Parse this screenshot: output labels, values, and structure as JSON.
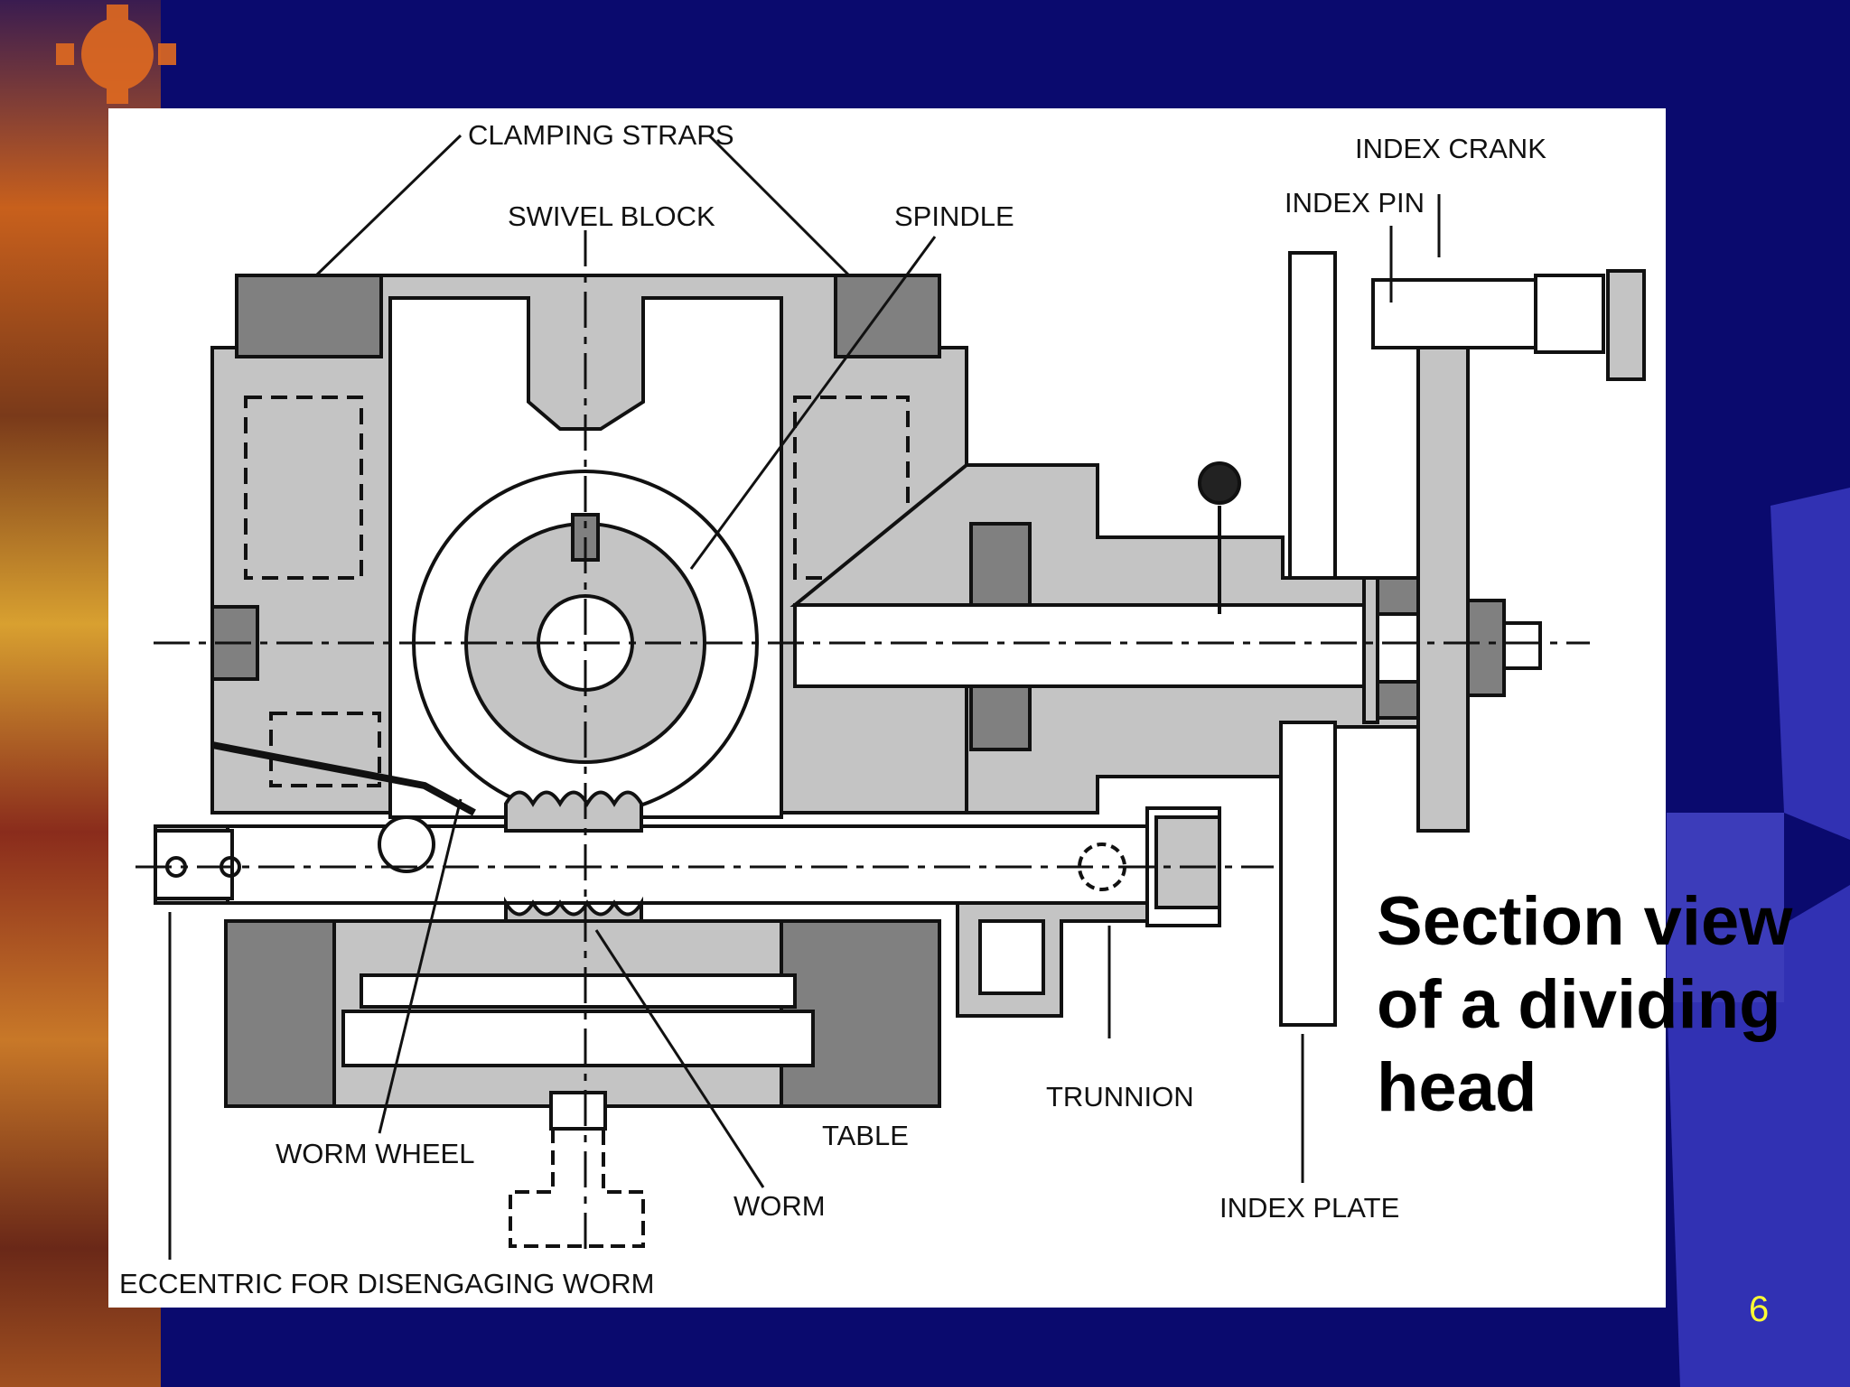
{
  "slide": {
    "title_lines": [
      "Section view",
      "of a dividing",
      "head"
    ],
    "page_number": "6"
  },
  "diagram": {
    "labels": {
      "clamping_straps": "CLAMPING STRAPS",
      "swivel_block": "SWIVEL BLOCK",
      "spindle": "SPINDLE",
      "index_crank": "INDEX CRANK",
      "index_pin": "INDEX PIN",
      "worm_wheel": "WORM  WHEEL",
      "table": "TABLE",
      "worm": "WORM",
      "trunnion": "TRUNNION",
      "index_plate": "INDEX PLATE",
      "eccentric": "ECCENTRIC FOR DISENGAGING WORM"
    }
  },
  "colors": {
    "background": "#0a0a6e",
    "diagram_bg": "#ffffff",
    "shade_light": "#c4c4c4",
    "shade_dark": "#808080",
    "page_number": "#ffff33"
  }
}
